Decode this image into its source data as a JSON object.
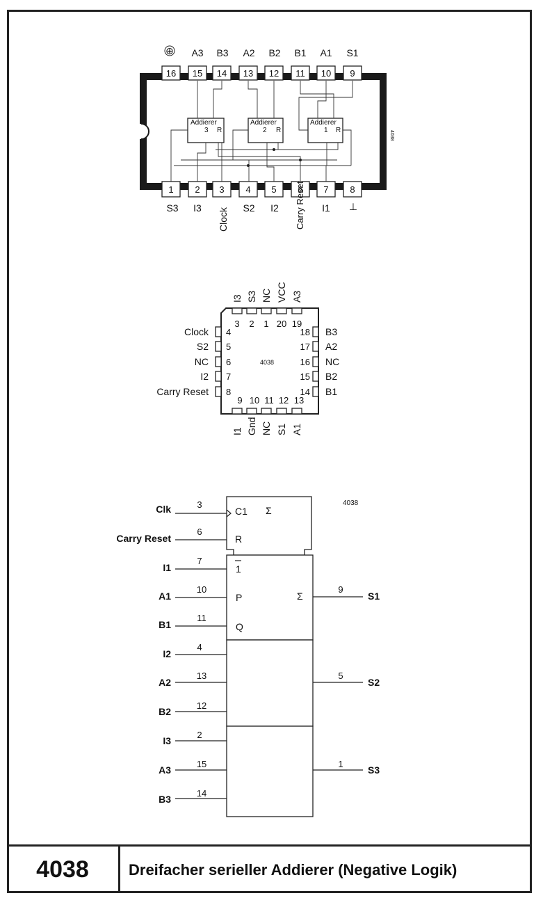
{
  "dip": {
    "top_pins": [
      {
        "num": "16",
        "label": "⊕"
      },
      {
        "num": "15",
        "label": "A3"
      },
      {
        "num": "14",
        "label": "B3"
      },
      {
        "num": "13",
        "label": "A2"
      },
      {
        "num": "12",
        "label": "B2"
      },
      {
        "num": "11",
        "label": "B1"
      },
      {
        "num": "10",
        "label": "A1"
      },
      {
        "num": "9",
        "label": "S1"
      }
    ],
    "bottom_pins": [
      {
        "num": "1",
        "label": "S3"
      },
      {
        "num": "2",
        "label": "I3"
      },
      {
        "num": "3",
        "label": "Clock"
      },
      {
        "num": "4",
        "label": "S2"
      },
      {
        "num": "5",
        "label": "I2"
      },
      {
        "num": "6",
        "label": "Carry Reset"
      },
      {
        "num": "7",
        "label": "I1"
      },
      {
        "num": "8",
        "label": "⊥"
      }
    ],
    "adders": [
      {
        "name": "Addierer",
        "num": "3",
        "r": "R"
      },
      {
        "name": "Addierer",
        "num": "2",
        "r": "R"
      },
      {
        "name": "Addierer",
        "num": "1",
        "r": "R"
      }
    ],
    "side_text": "4038"
  },
  "plcc": {
    "top_pins": [
      {
        "num": "3",
        "label": "I3"
      },
      {
        "num": "2",
        "label": "S3"
      },
      {
        "num": "1",
        "label": "NC"
      },
      {
        "num": "20",
        "label": "VCC"
      },
      {
        "num": "19",
        "label": "A3"
      }
    ],
    "left_pins": [
      {
        "num": "4",
        "label": "Clock"
      },
      {
        "num": "5",
        "label": "S2"
      },
      {
        "num": "6",
        "label": "NC"
      },
      {
        "num": "7",
        "label": "I2"
      },
      {
        "num": "8",
        "label": "Carry Reset"
      }
    ],
    "right_pins": [
      {
        "num": "18",
        "label": "B3"
      },
      {
        "num": "17",
        "label": "A2"
      },
      {
        "num": "16",
        "label": "NC"
      },
      {
        "num": "15",
        "label": "B2"
      },
      {
        "num": "14",
        "label": "B1"
      }
    ],
    "bottom_pins": [
      {
        "num": "9",
        "label": "I1"
      },
      {
        "num": "10",
        "label": "Gnd"
      },
      {
        "num": "11",
        "label": "NC"
      },
      {
        "num": "12",
        "label": "S1"
      },
      {
        "num": "13",
        "label": "A1"
      }
    ],
    "center_text": "4038"
  },
  "logic": {
    "chip_label": "4038",
    "control": {
      "c1": "C1",
      "sigma": "Σ",
      "r": "R",
      "inputs": [
        {
          "label": "Clk",
          "pin": "3"
        },
        {
          "label": "Carry Reset",
          "pin": "6"
        }
      ]
    },
    "sections": [
      {
        "inputs": [
          {
            "label": "I1",
            "pin": "7",
            "inner": "1"
          },
          {
            "label": "A1",
            "pin": "10",
            "inner": "P"
          },
          {
            "label": "B1",
            "pin": "11",
            "inner": "Q"
          }
        ],
        "sigma": "Σ",
        "output": {
          "label": "S1",
          "pin": "9"
        }
      },
      {
        "inputs": [
          {
            "label": "I2",
            "pin": "4"
          },
          {
            "label": "A2",
            "pin": "13"
          },
          {
            "label": "B2",
            "pin": "12"
          }
        ],
        "output": {
          "label": "S2",
          "pin": "5"
        }
      },
      {
        "inputs": [
          {
            "label": "I3",
            "pin": "2"
          },
          {
            "label": "A3",
            "pin": "15"
          },
          {
            "label": "B3",
            "pin": "14"
          }
        ],
        "output": {
          "label": "S3",
          "pin": "1"
        }
      }
    ]
  },
  "footer": {
    "number": "4038",
    "title": "Dreifacher serieller Addierer (Negative Logik)"
  }
}
